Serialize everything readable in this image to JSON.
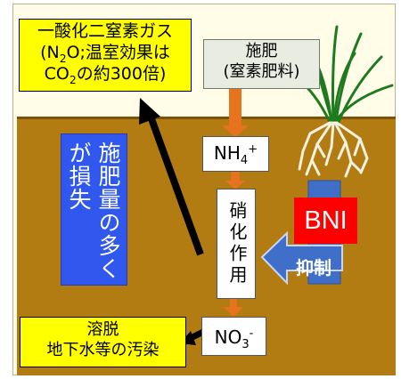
{
  "emission": {
    "line1": "一酸化二窒素ガス",
    "line2_pre": "(N",
    "line2_sub": "2",
    "line2_post": "O;温室効果は",
    "line3_pre": "CO",
    "line3_sub": "2",
    "line3_post": "の約300倍)"
  },
  "fertilizer": {
    "line1": "施肥",
    "line2": "(窒素肥料)"
  },
  "ammonium": {
    "base": "NH",
    "sub": "4",
    "sup": "+"
  },
  "nitrification": "硝化作用",
  "nitrate": {
    "base": "NO",
    "sub": "3",
    "sup": "-"
  },
  "leaching": {
    "line1": "溶脱",
    "line2": "地下水等の汚染"
  },
  "loss_label": "施肥量の多くが損失",
  "bni_label": "BNI",
  "inhibit_label": "抑制",
  "colors": {
    "soil": "#b27c12",
    "sky": "#fffde8",
    "label_yellow": "#ffff00",
    "loss_blue": "#3057ee",
    "bni_red": "#ff0000",
    "flow_orange": "#e8731f",
    "inhibit_arrow_blue": "#3f6fc8"
  },
  "icons": [
    "grass-plant-icon",
    "roots-icon"
  ]
}
